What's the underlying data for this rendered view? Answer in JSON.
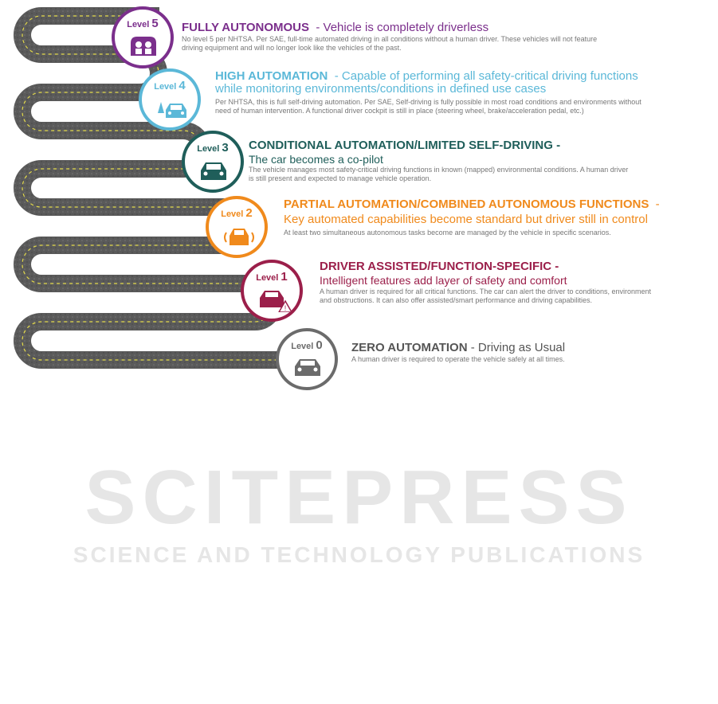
{
  "levels": [
    {
      "label": "Level",
      "number": "5",
      "color": "#7b2f8c",
      "icon": "driverless-car-icon",
      "title": "FULLY AUTONOMOUS",
      "subtitle": "- Vehicle is completely driverless",
      "desc": "No level 5 per NHTSA. Per SAE, full-time automated driving in all conditions without a human driver. These vehicles will not feature driving equipment and will no longer look like the vehicles of the past."
    },
    {
      "label": "Level",
      "number": "4",
      "color": "#5bb8d8",
      "icon": "car-with-trees-icon",
      "title": "HIGH AUTOMATION",
      "subtitle": "- Capable of performing all safety-critical driving functions while monitoring environments/conditions in defined use cases",
      "desc": "Per NHTSA, this is full self-driving automation. Per SAE, Self-driving is fully possible in most road conditions and environments without need of human intervention. A functional driver cockpit is still in place (steering wheel, brake/acceleration pedal, etc.)"
    },
    {
      "label": "Level",
      "number": "3",
      "color": "#1f5e5a",
      "icon": "car-copilot-icon",
      "title": "CONDITIONAL AUTOMATION/LIMITED SELF-DRIVING",
      "subtitle": "The car becomes a co-pilot",
      "desc": "The vehicle manages most safety-critical driving functions in known (mapped) environmental conditions. A human driver is still present and expected to manage vehicle operation."
    },
    {
      "label": "Level",
      "number": "2",
      "color": "#f08a1c",
      "icon": "car-sensors-icon",
      "title": "PARTIAL AUTOMATION/COMBINED AUTONOMOUS FUNCTIONS",
      "subtitle": "- Key automated capabilities become standard but driver still in control",
      "desc": "At least two simultaneous autonomous tasks become are managed by the vehicle in specific scenarios."
    },
    {
      "label": "Level",
      "number": "1",
      "color": "#9b1f4a",
      "icon": "car-warning-icon",
      "title": "DRIVER ASSISTED/FUNCTION-SPECIFIC -",
      "subtitle": "Intelligent features add layer of safety and comfort",
      "desc": "A human driver is required for all critical functions. The car can alert the driver to conditions, environment and obstructions. It can also offer assisted/smart performance and driving capabilities."
    },
    {
      "label": "Level",
      "number": "0",
      "color": "#6b6b6b",
      "icon": "car-manual-icon",
      "title": "ZERO AUTOMATION",
      "subtitle": "- Driving as Usual",
      "desc": "A human driver is required to operate the vehicle safely at all times."
    }
  ],
  "watermark": {
    "main": "SCITEPRESS",
    "sub": "SCIENCE AND TECHNOLOGY PUBLICATIONS"
  }
}
